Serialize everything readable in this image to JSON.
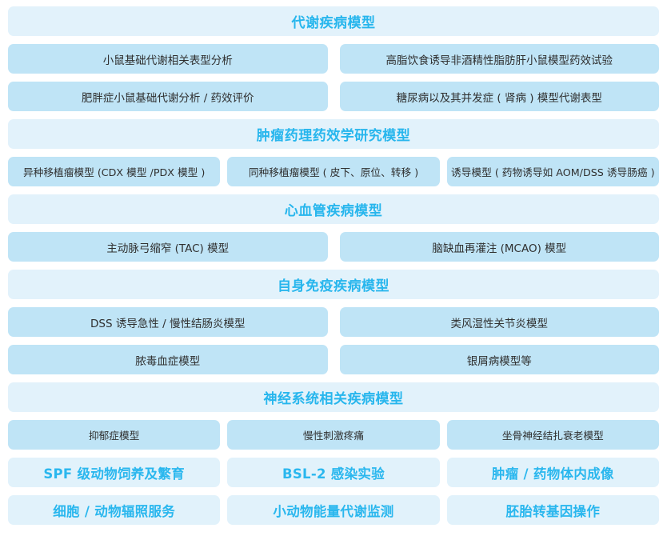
{
  "theme": {
    "header_bg": "#e2f2fb",
    "header_text": "#27b6ed",
    "item_bg": "#bfe4f6",
    "item_text": "#2f2f2f",
    "service_bg": "#e1f2fb",
    "service_text": "#2ab7ee",
    "page_bg": "#ffffff"
  },
  "sections": [
    {
      "title": "代谢疾病模型",
      "rows": [
        [
          "小鼠基础代谢相关表型分析",
          "高脂饮食诱导非酒精性脂肪肝小鼠模型药效试验"
        ],
        [
          "肥胖症小鼠基础代谢分析 / 药效评价",
          "糖尿病以及其并发症 ( 肾病 ) 模型代谢表型"
        ]
      ]
    },
    {
      "title": "肿瘤药理药效学研究模型",
      "rows": [
        [
          "异种移植瘤模型 (CDX 模型 /PDX 模型 )",
          "同种移植瘤模型 ( 皮下、原位、转移 )",
          "诱导模型 ( 药物诱导如 AOM/DSS 诱导肠癌 )"
        ]
      ]
    },
    {
      "title": "心血管疾病模型",
      "rows": [
        [
          "主动脉弓缩窄 (TAC) 模型",
          "脑缺血再灌注 (MCAO) 模型"
        ]
      ]
    },
    {
      "title": "自身免疫疾病模型",
      "rows": [
        [
          "DSS 诱导急性 / 慢性结肠炎模型",
          "类风湿性关节炎模型"
        ],
        [
          "脓毒血症模型",
          "银屑病模型等"
        ]
      ]
    },
    {
      "title": "神经系统相关疾病模型",
      "rows": [
        [
          "抑郁症模型",
          "慢性刺激疼痛",
          "坐骨神经结扎衰老模型"
        ]
      ]
    }
  ],
  "services": [
    [
      "SPF 级动物饲养及繁育",
      "BSL-2 感染实验",
      "肿瘤 / 药物体内成像"
    ],
    [
      "细胞 / 动物辐照服务",
      "小动物能量代谢监测",
      "胚胎转基因操作"
    ]
  ]
}
